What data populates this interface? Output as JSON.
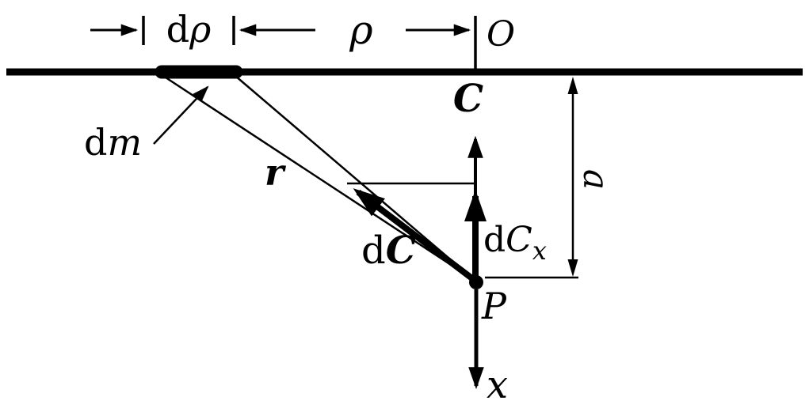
{
  "diagram": {
    "background": "#ffffff",
    "ink": "#000000",
    "labels": {
      "drho": {
        "d": "d",
        "var": "ρ"
      },
      "rho": "ρ",
      "origin": "O",
      "field_C": "C",
      "dm": {
        "d": "d",
        "var": "m"
      },
      "r": "r",
      "dC": {
        "d": "d",
        "var": "C"
      },
      "dCx": {
        "d": "d",
        "var": "C",
        "sub": "x"
      },
      "a": "a",
      "point_P": "P",
      "x_axis": "x"
    }
  }
}
